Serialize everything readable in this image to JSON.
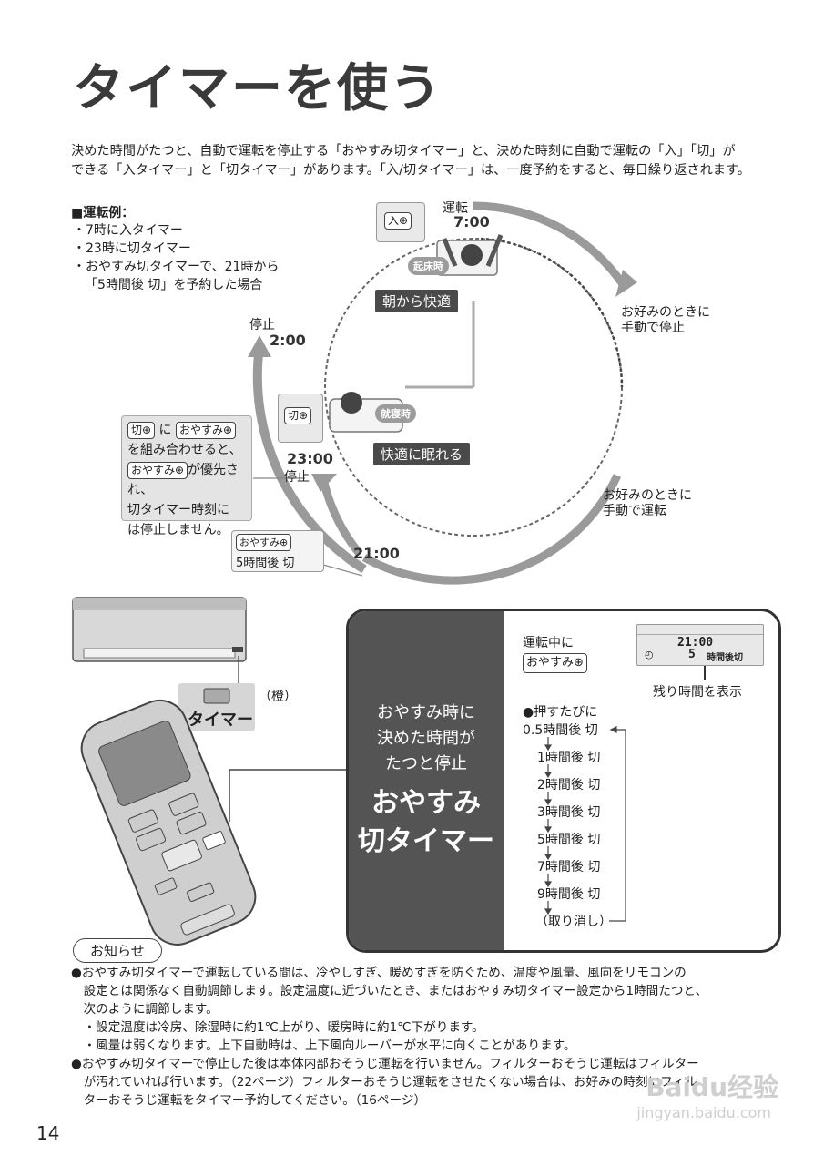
{
  "page_title": "タイマーを使う",
  "intro_lines": [
    "決めた時間がたつと、自動で運転を停止する「おやすみ切タイマー」と、決めた時刻に自動で運転の「入」「切」が",
    "できる「入タイマー」と「切タイマー」があります。「入/切タイマー」は、一度予約をすると、毎日繰り返されます。"
  ],
  "example": {
    "heading": "■運転例：",
    "items": [
      "・7時に入タイマー",
      "・23時に切タイマー",
      "・おやすみ切タイマーで、21時から",
      "「5時間後 切」を予約した場合"
    ]
  },
  "diagram": {
    "on_key": "入⊕",
    "run_label": "運転",
    "run_time": "7:00",
    "wake_badge": "起床時",
    "morning_comfort": "朝から快適",
    "manual_stop_1": "お好みのときに",
    "manual_stop_2": "手動で停止",
    "stop_label_top": "停止",
    "stop_time_top": "2:00",
    "off_key": "切⊕",
    "sleep_badge": "就寝時",
    "sleep_comfort": "快適に眠れる",
    "time_2300": "23:00",
    "stop_label_mid": "停止",
    "manual_run_1": "お好みのときに",
    "manual_run_2": "手動で運転",
    "time_2100": "21:00",
    "oyasumi_key": "おやすみ⊕",
    "five_hours": "5時間後 切",
    "priority_note": {
      "key_off": "切⊕",
      "ni": "に",
      "key_oyasumi": "おやすみ⊕",
      "line2": "を組み合わせると、",
      "key_oyasumi2": "おやすみ⊕",
      "line3_suffix": "が優先され、",
      "line4": "切タイマー時刻に",
      "line5": "は停止しません。"
    }
  },
  "remote": {
    "timer_label": "タイマー",
    "orange_note": "（橙）"
  },
  "panel": {
    "sub_lines": [
      "おやすみ時に",
      "決めた時間が",
      "たつと停止"
    ],
    "big_lines": [
      "おやすみ",
      "切タイマー"
    ],
    "running_label": "運転中に",
    "oyasumi_key": "おやすみ⊕",
    "display_time": "21:00",
    "display_hours": "5",
    "display_suffix": "時間後切",
    "remaining_note": "残り時間を表示",
    "press_heading": "●押すたびに",
    "steps": [
      "0.5時間後 切",
      "1時間後 切",
      "2時間後 切",
      "3時間後 切",
      "5時間後 切",
      "7時間後 切",
      "9時間後 切",
      "（取り消し）"
    ]
  },
  "notice": {
    "label": "お知らせ",
    "lines": [
      "●おやすみ切タイマーで運転している間は、冷やしすぎ、暖めすぎを防ぐため、温度や風量、風向をリモコンの",
      "　設定とは関係なく自動調節します。設定温度に近づいたとき、またはおやすみ切タイマー設定から1時間たつと、",
      "　次のように調節します。",
      "　・設定温度は冷房、除湿時に約1℃上がり、暖房時に約1℃下がります。",
      "　・風量は弱くなります。上下自動時は、上下風向ルーバーが水平に向くことがあります。",
      "●おやすみ切タイマーで停止した後は本体内部おそうじ運転を行いません。フィルターおそうじ運転はフィルター",
      "　が汚れていれば行います。（22ページ）フィルターおそうじ運転をさせたくない場合は、お好みの時刻にフィル",
      "　ターおそうじ運転をタイマー予約してください。（16ページ）"
    ]
  },
  "page_number": "14",
  "watermark": {
    "line1": "Baidu经验",
    "line2": "jingyan.baidu.com"
  }
}
